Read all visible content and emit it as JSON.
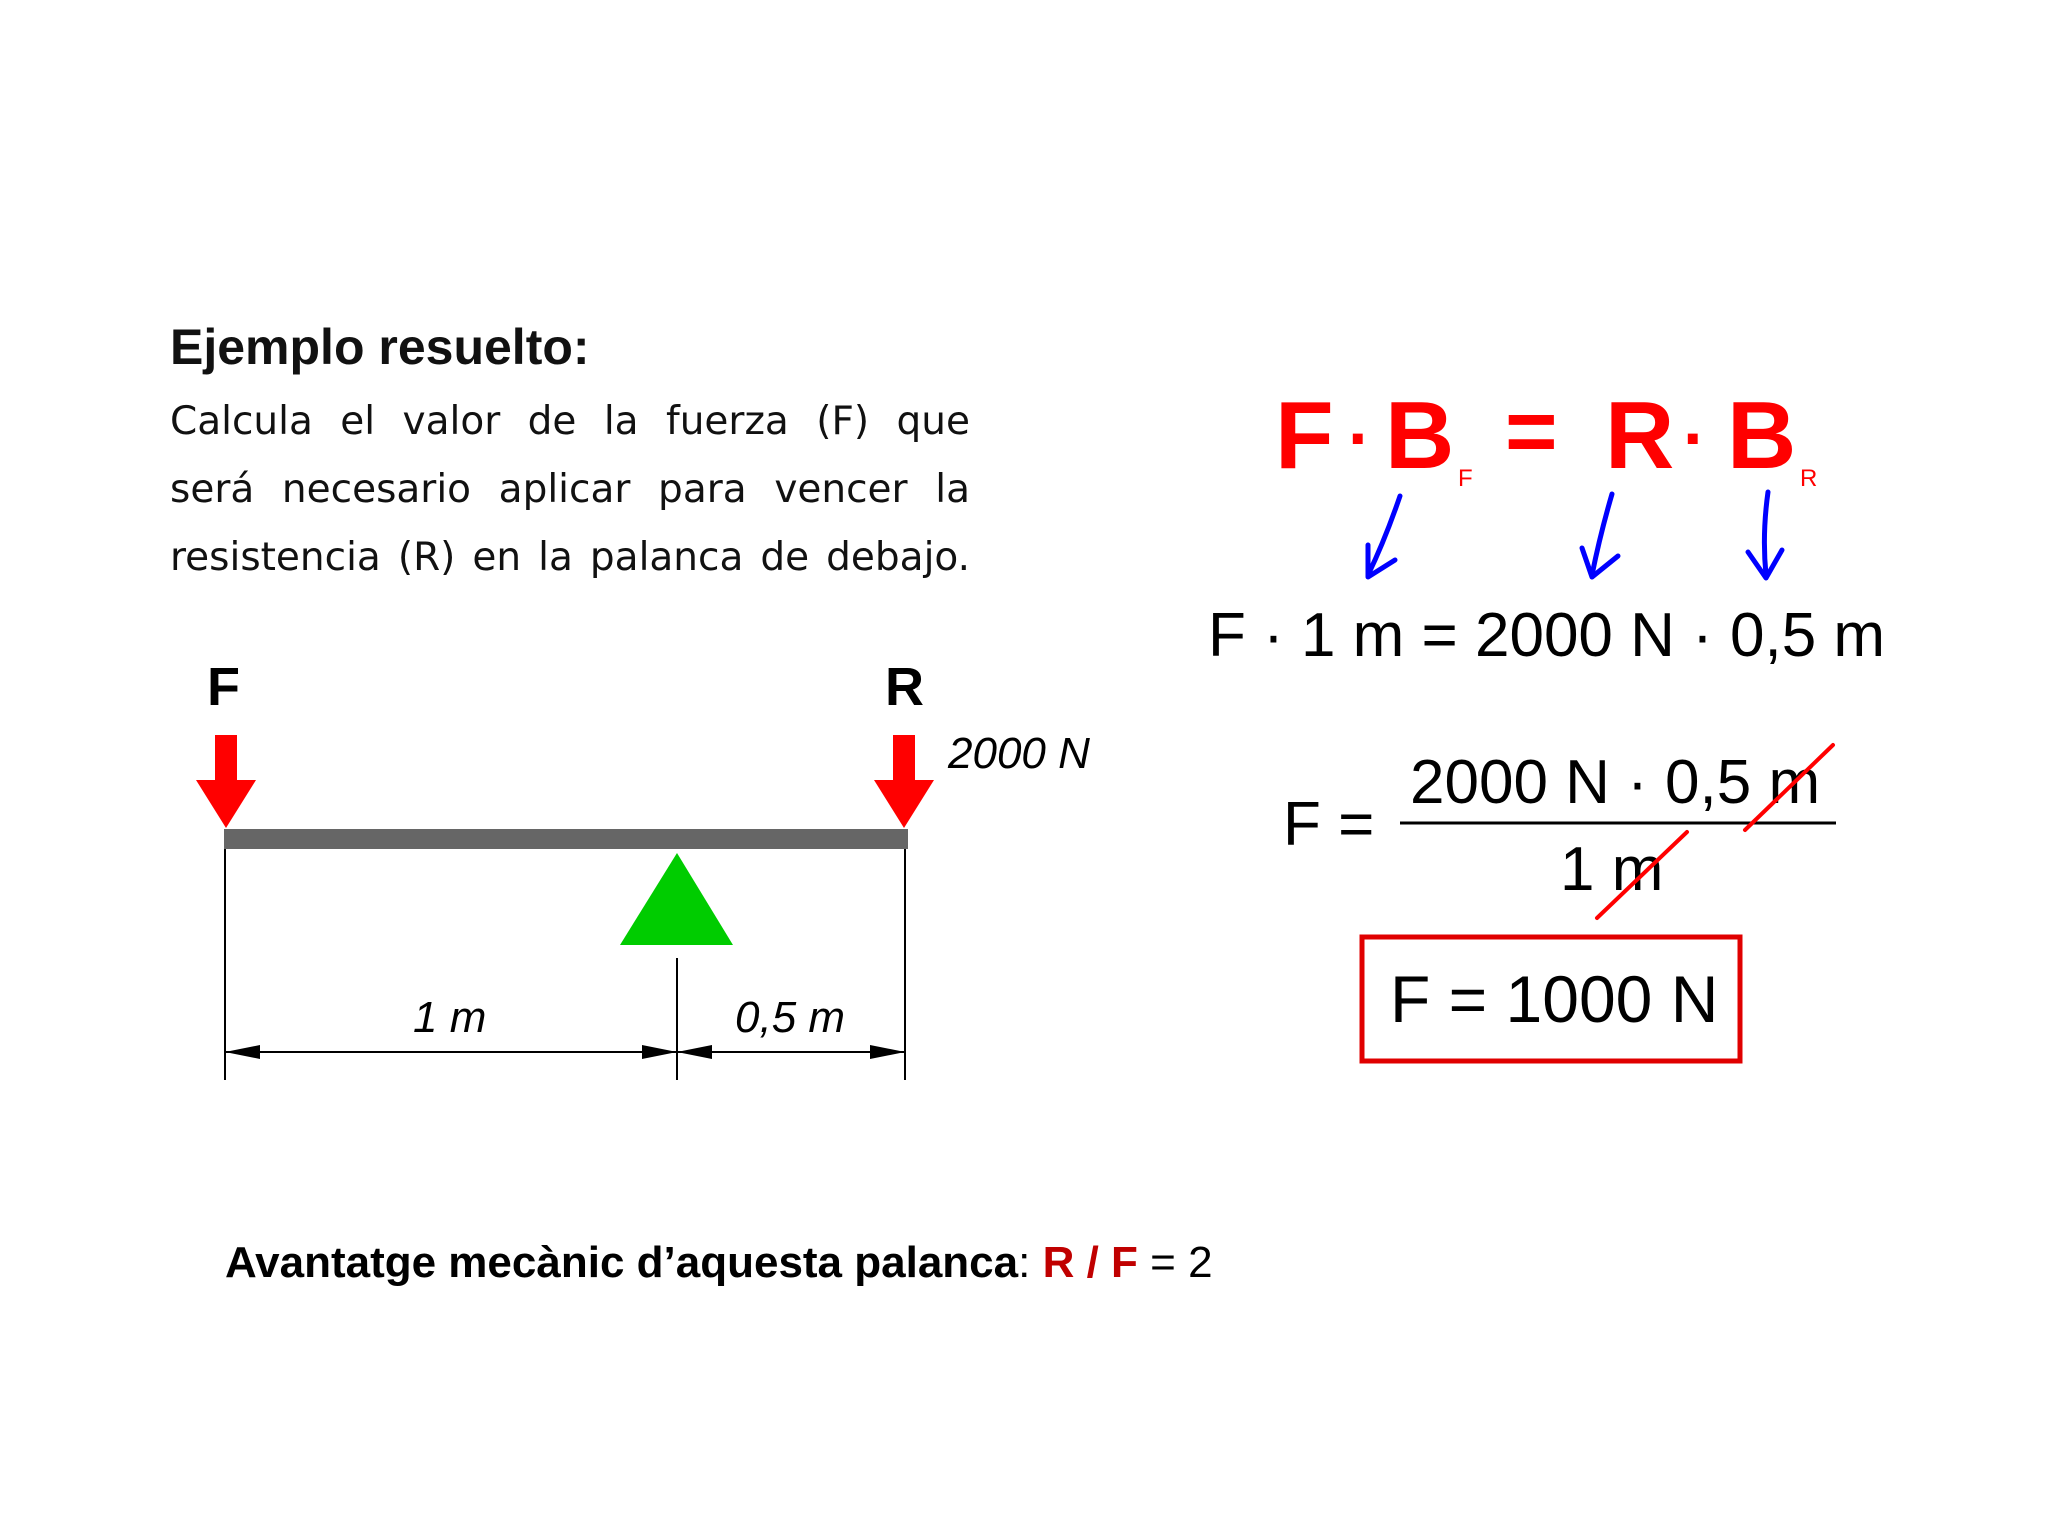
{
  "title": "Ejemplo resuelto:",
  "statement": [
    "Calcula el valor de la fuerza (F) que",
    "será necesario aplicar para vencer la",
    "resistencia (R) en la palanca de debajo."
  ],
  "diagram": {
    "force_label": "F",
    "resistance_label": "R",
    "resistance_value": "2000 N",
    "arm_force": "1 m",
    "arm_resistance": "0,5 m"
  },
  "formula": {
    "f": "F",
    "dot": "·",
    "b": "B",
    "sub_f": "F",
    "eq": "=",
    "r": "R",
    "sub_r": "R"
  },
  "substitution": "F · 1 m = 2000 N · 0,5 m",
  "fraction": {
    "lhs": "F =",
    "numerator": "2000 N · 0,5 m",
    "denominator": "1 m"
  },
  "result": "F = 1000 N",
  "mechanical_advantage": {
    "label": "Avantatge mecànic d’aquesta palanca",
    "colon": ":",
    "ratio": "R / F",
    "equals": "= 2"
  },
  "colors": {
    "red": "#ff0000",
    "blue": "#0000ff",
    "green": "#00cc00",
    "beam": "#666666",
    "dark_red": "#c00000"
  }
}
